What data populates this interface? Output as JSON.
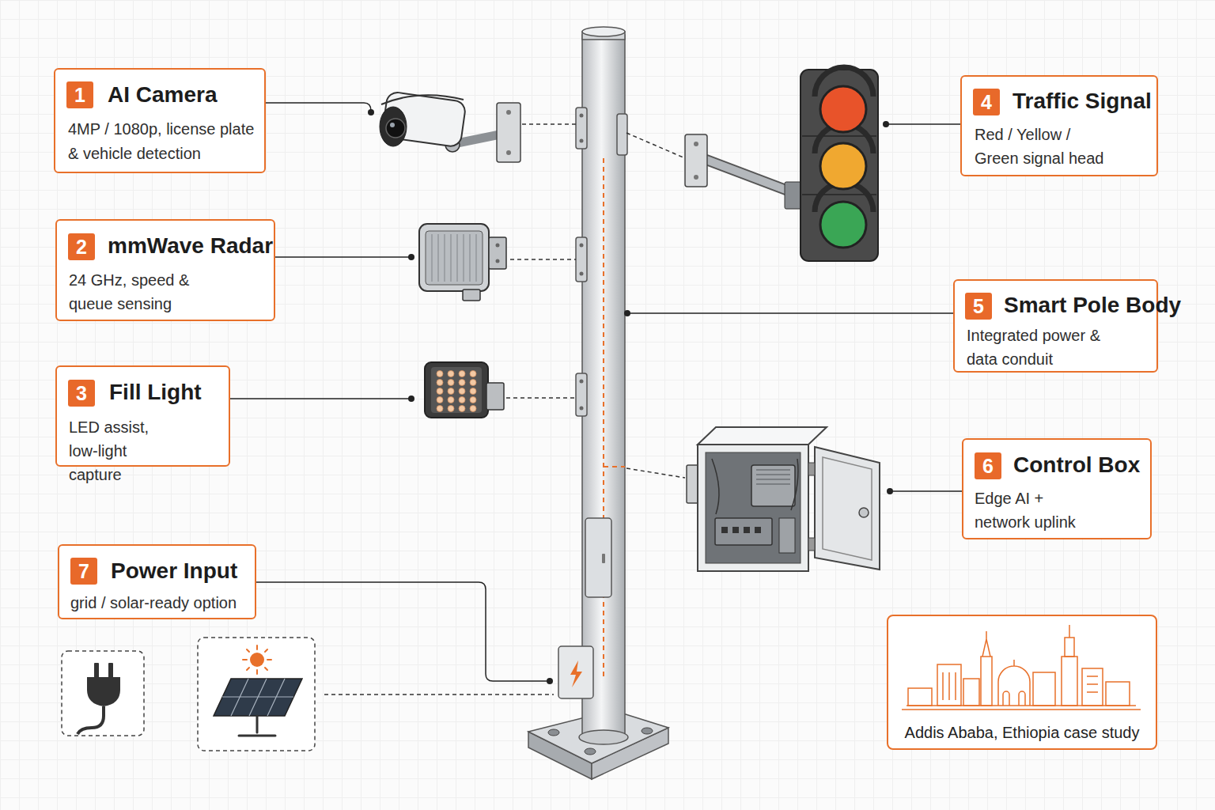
{
  "diagram": {
    "nodes": [
      {
        "text": [
          "AI Camera",
          "4MP / 1080p, license plate & vehicle detection"
        ]
      },
      {
        "text": [
          "1"
        ],
        "in": 0
      },
      {
        "text": [
          "mmWave Radar",
          "24 GHz, speed & queue sensing"
        ]
      },
      {
        "text": [
          "2"
        ],
        "in": 2
      },
      {
        "text": [
          "Fill Light",
          "LED assist, low-light capture"
        ]
      },
      {
        "text": [
          "3"
        ],
        "in": 4
      },
      {
        "text": [
          "Traffic Signal",
          "Red / Yellow / Green signal head"
        ]
      },
      {
        "text": [
          "4"
        ],
        "in": 6
      },
      {
        "text": [
          "Smart Pole Body",
          "Integrated power & data conduit"
        ]
      },
      {
        "text": [
          "5"
        ],
        "in": 8
      },
      {
        "text": [
          "Control Box",
          "Edge AI + network uplink"
        ]
      },
      {
        "text": [
          "6"
        ],
        "in": 10
      },
      {
        "text": [
          "Power Input",
          "grid / solar-ready option"
        ]
      },
      {
        "text": [
          "7"
        ],
        "in": 12
      },
      {
        "text": [
          "Addis Ababa, Ethiopia case study"
        ]
      }
    ]
  }
}
